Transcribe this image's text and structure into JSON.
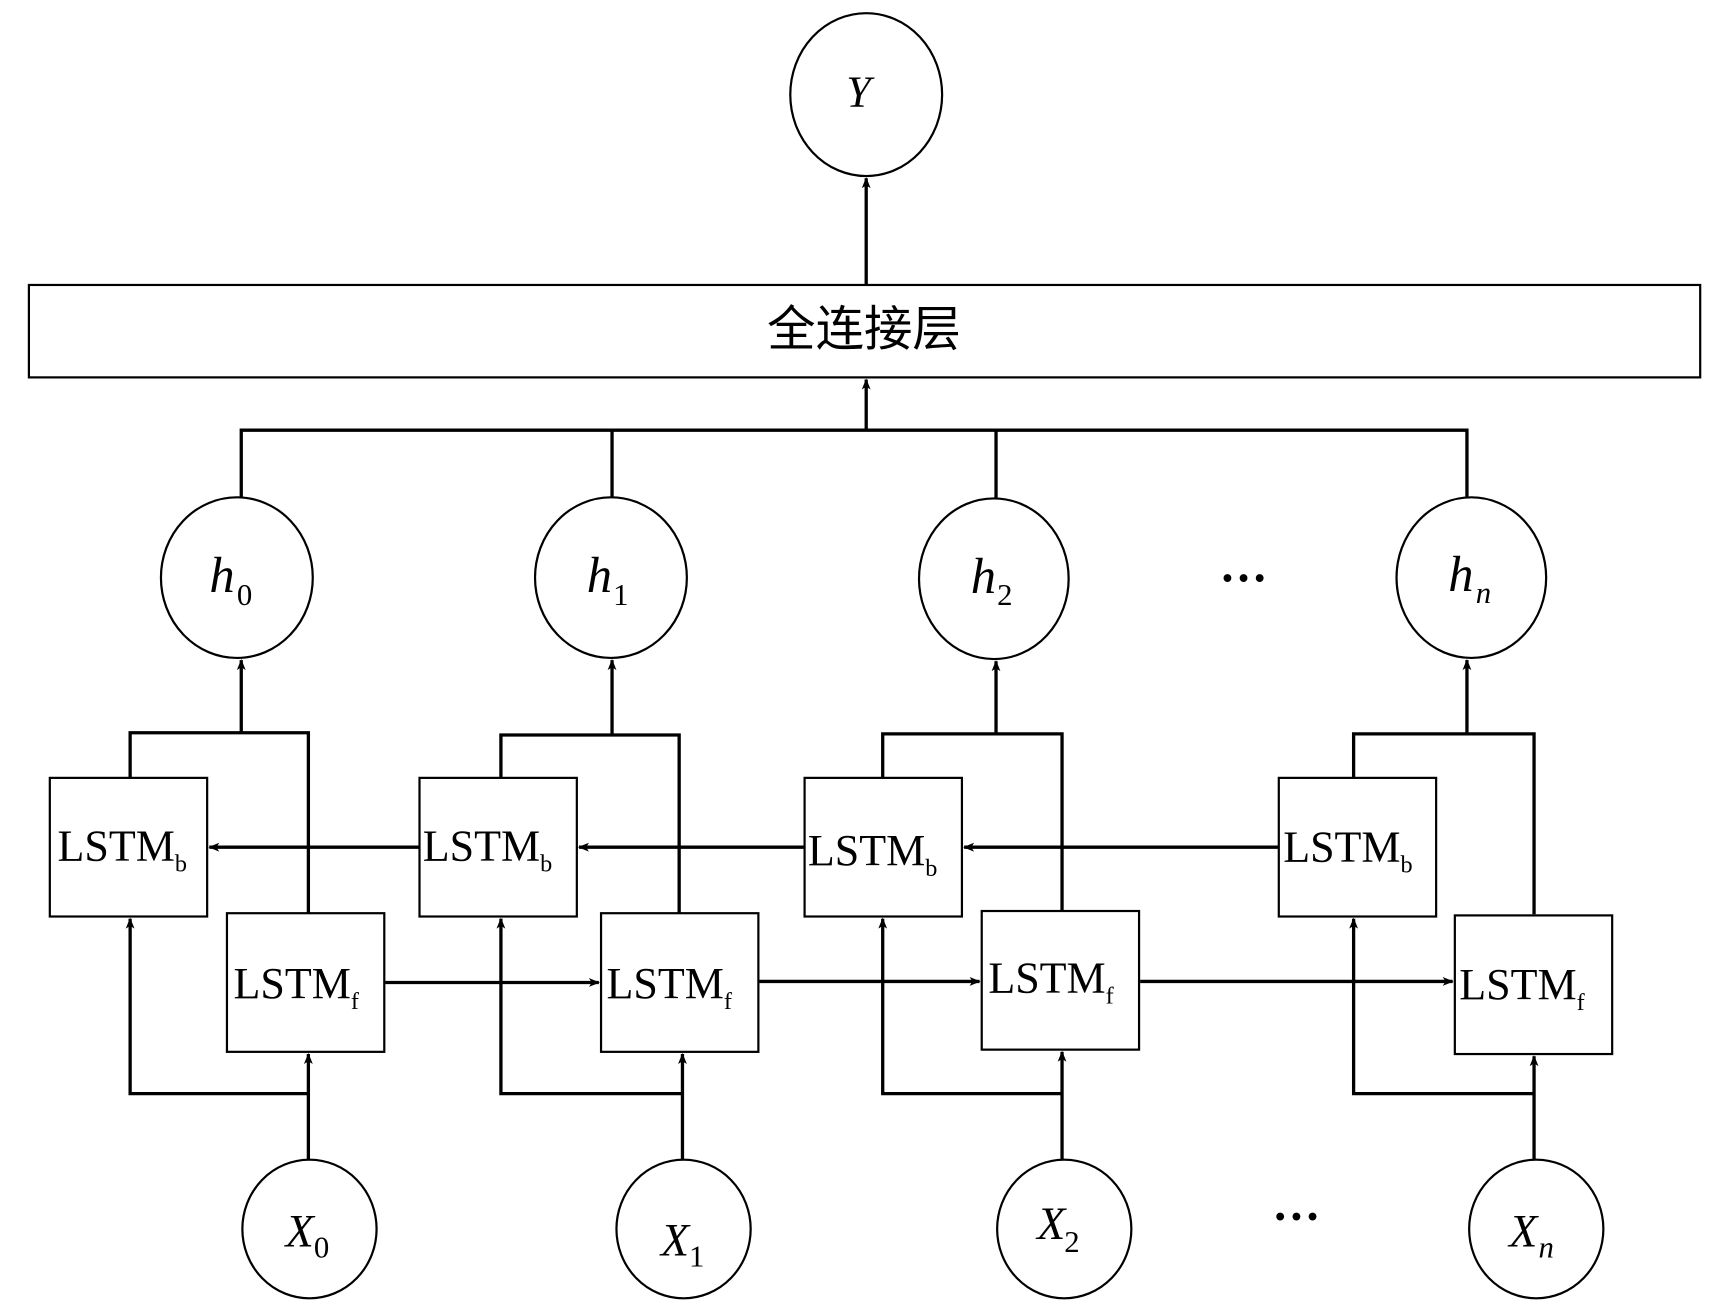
{
  "diagram": {
    "type": "BiLSTM network architecture",
    "output_node": {
      "label": "Y"
    },
    "dense_layer": {
      "label": "全连接层"
    },
    "hidden_nodes": [
      {
        "base": "h",
        "sub": "0"
      },
      {
        "base": "h",
        "sub": "1"
      },
      {
        "base": "h",
        "sub": "2"
      },
      {
        "base": "h",
        "sub": "n"
      }
    ],
    "input_nodes": [
      {
        "base": "X",
        "sub": "0"
      },
      {
        "base": "X",
        "sub": "1"
      },
      {
        "base": "X",
        "sub": "2"
      },
      {
        "base": "X",
        "sub": "n"
      }
    ],
    "backward_cells": [
      {
        "base": "LSTM",
        "sub": "b"
      },
      {
        "base": "LSTM",
        "sub": "b"
      },
      {
        "base": "LSTM",
        "sub": "b"
      },
      {
        "base": "LSTM",
        "sub": "b"
      }
    ],
    "forward_cells": [
      {
        "base": "LSTM",
        "sub": "f"
      },
      {
        "base": "LSTM",
        "sub": "f"
      },
      {
        "base": "LSTM",
        "sub": "f"
      },
      {
        "base": "LSTM",
        "sub": "f"
      }
    ],
    "ellipsis_hidden": "···",
    "ellipsis_input": "···"
  }
}
